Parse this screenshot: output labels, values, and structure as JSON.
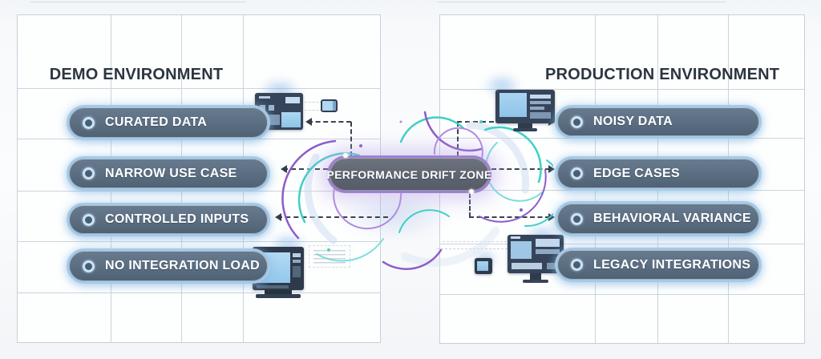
{
  "center": {
    "label": "PERFORMANCE DRIFT ZONE"
  },
  "panels": {
    "demo": {
      "title": "DEMO ENVIRONMENT",
      "items": [
        {
          "label": "CURATED DATA"
        },
        {
          "label": "NARROW USE CASE"
        },
        {
          "label": "CONTROLLED INPUTS"
        },
        {
          "label": "NO INTEGRATION LOAD"
        }
      ]
    },
    "production": {
      "title": "PRODUCTION ENVIRONMENT",
      "items": [
        {
          "label": "NOISY DATA"
        },
        {
          "label": "EDGE CASES"
        },
        {
          "label": "BEHAVIORAL VARIANCE"
        },
        {
          "label": "LEGACY INTEGRATIONS"
        }
      ]
    }
  },
  "connections": [
    "performance-drift-zone -> curated-data (via control-panel device)",
    "performance-drift-zone -> narrow-use-case",
    "performance-drift-zone -> controlled-inputs",
    "performance-drift-zone -> noisy-data (via desktop monitor)",
    "performance-drift-zone -> edge-cases",
    "performance-drift-zone -> behavioral-variance"
  ],
  "icons": [
    "control-panel-computer",
    "mini-display-cube",
    "desktop-monitor",
    "retro-computer",
    "terminal-text-block",
    "workstation-monitor",
    "mini-tv"
  ],
  "colors": {
    "pill_fill": "#5a6d81",
    "pill_border": "#a4cae8",
    "drift_fill": "#5d646f",
    "drift_border": "#a07fd2",
    "swirl_teal": "#3ed0c6",
    "swirl_purple": "#8d5bc9",
    "grid_line": "#ccd4dc",
    "heading_text": "#2c3640",
    "connector": "#39434e"
  }
}
